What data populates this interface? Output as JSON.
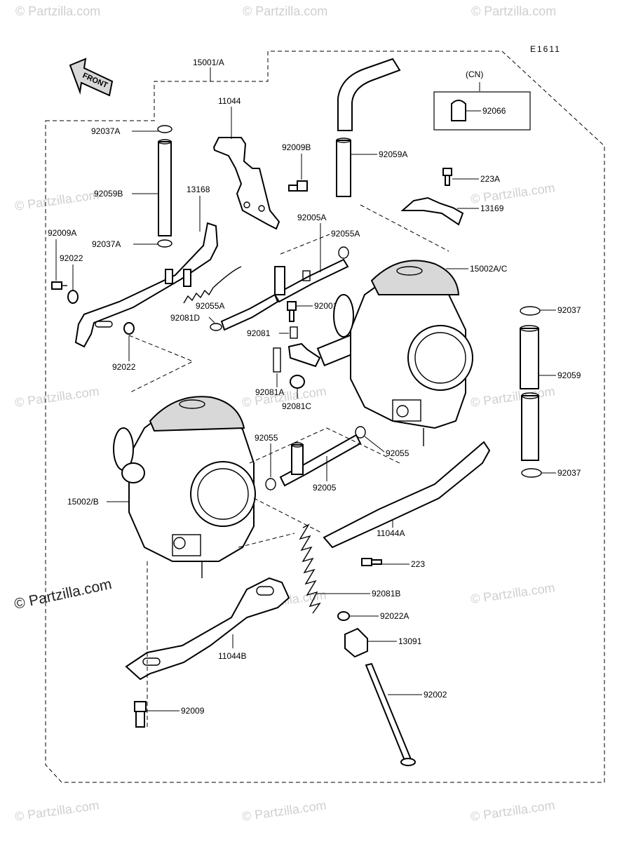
{
  "diagram_code": "E1611",
  "variant_note": "(CN)",
  "front_arrow": "FRONT",
  "parts": {
    "p15001A": "15001/A",
    "p11044": "11044",
    "p92037A_top": "92037A",
    "p92059B": "92059B",
    "p13168": "13168",
    "p92009A": "92009A",
    "p92022_left": "92022",
    "p92037A_mid": "92037A",
    "p92009B": "92009B",
    "p92059A": "92059A",
    "p92066": "92066",
    "p223A": "223A",
    "p13169": "13169",
    "p92005A": "92005A",
    "p92055A_right": "92055A",
    "p15002AC": "15002A/C",
    "p92055A_left": "92055A",
    "p92081D": "92081D",
    "p92001": "92001",
    "p92081": "92081",
    "p92022_mid": "92022",
    "p92081A": "92081A",
    "p92081C": "92081C",
    "p92037_upper": "92037",
    "p92059": "92059",
    "p92037_lower": "92037",
    "p92055_left": "92055",
    "p92055_right": "92055",
    "p92005": "92005",
    "p15002B": "15002/B",
    "p11044A": "11044A",
    "p223": "223",
    "p92081B": "92081B",
    "p92022A": "92022A",
    "p13091": "13091",
    "p11044B": "11044B",
    "p92002": "92002",
    "p92009": "92009"
  },
  "watermark_text": "© Partzilla.com",
  "colors": {
    "line": "#000000",
    "watermark": "#cfcfcf",
    "background": "#ffffff"
  }
}
